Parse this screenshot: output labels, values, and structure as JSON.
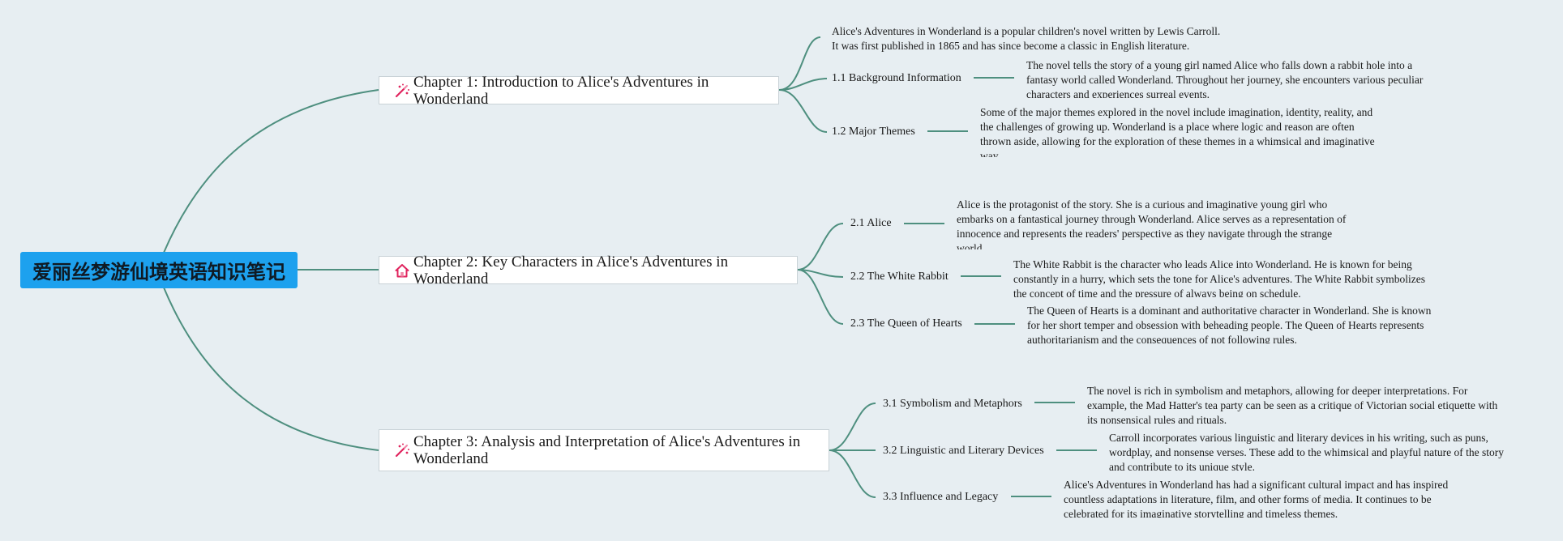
{
  "root": {
    "title": "爱丽丝梦游仙境英语知识笔记"
  },
  "intro": {
    "line1": "Alice's Adventures in Wonderland is a popular children's novel written by Lewis Carroll.",
    "line2": "It was first published in 1865 and has since become a classic in English literature."
  },
  "chapters": [
    {
      "title": "Chapter 1: Introduction to Alice's Adventures in Wonderland",
      "icon": "magic-wand-icon",
      "sections": [
        {
          "label": "1.1 Background Information",
          "text": "The novel tells the story of a young girl named Alice who falls down a rabbit hole into a fantasy world called Wonderland. Throughout her journey, she encounters various peculiar characters and experiences surreal events."
        },
        {
          "label": "1.2 Major Themes",
          "text": "Some of the major themes explored in the novel include imagination, identity, reality, and the challenges of growing up. Wonderland is a place where logic and reason are often thrown aside, allowing for the exploration of these themes in a whimsical and imaginative way."
        }
      ]
    },
    {
      "title": "Chapter 2: Key Characters in Alice's Adventures in Wonderland",
      "icon": "house-icon",
      "sections": [
        {
          "label": "2.1 Alice",
          "text": "Alice is the protagonist of the story. She is a curious and imaginative young girl who embarks on a fantastical journey through Wonderland. Alice serves as a representation of innocence and represents the readers' perspective as they navigate through the strange world."
        },
        {
          "label": "2.2 The White Rabbit",
          "text": "The White Rabbit is the character who leads Alice into Wonderland. He is known for being constantly in a hurry, which sets the tone for Alice's adventures. The White Rabbit symbolizes the concept of time and the pressure of always being on schedule."
        },
        {
          "label": "2.3 The Queen of Hearts",
          "text": "The Queen of Hearts is a dominant and authoritative character in Wonderland. She is known for her short temper and obsession with beheading people. The Queen of Hearts represents authoritarianism and the consequences of not following rules."
        }
      ]
    },
    {
      "title": "Chapter 3: Analysis and Interpretation of Alice's Adventures in Wonderland",
      "icon": "magic-wand-icon",
      "sections": [
        {
          "label": "3.1 Symbolism and Metaphors",
          "text": "The novel is rich in symbolism and metaphors, allowing for deeper interpretations. For example, the Mad Hatter's tea party can be seen as a critique of Victorian social etiquette with its nonsensical rules and rituals."
        },
        {
          "label": "3.2 Linguistic and Literary Devices",
          "text": "Carroll incorporates various linguistic and literary devices in his writing, such as puns, wordplay, and nonsense verses. These add to the whimsical and playful nature of the story and contribute to its unique style."
        },
        {
          "label": "3.3 Influence and Legacy",
          "text": "Alice's Adventures in Wonderland has had a significant cultural impact and has inspired countless adaptations in literature, film, and other forms of media. It continues to be celebrated for its imaginative storytelling and timeless themes."
        }
      ]
    }
  ],
  "colors": {
    "background": "#e7eef2",
    "root": "#1da1ee",
    "connector": "#4e8f7f",
    "icon_accent": "#e0245e"
  }
}
